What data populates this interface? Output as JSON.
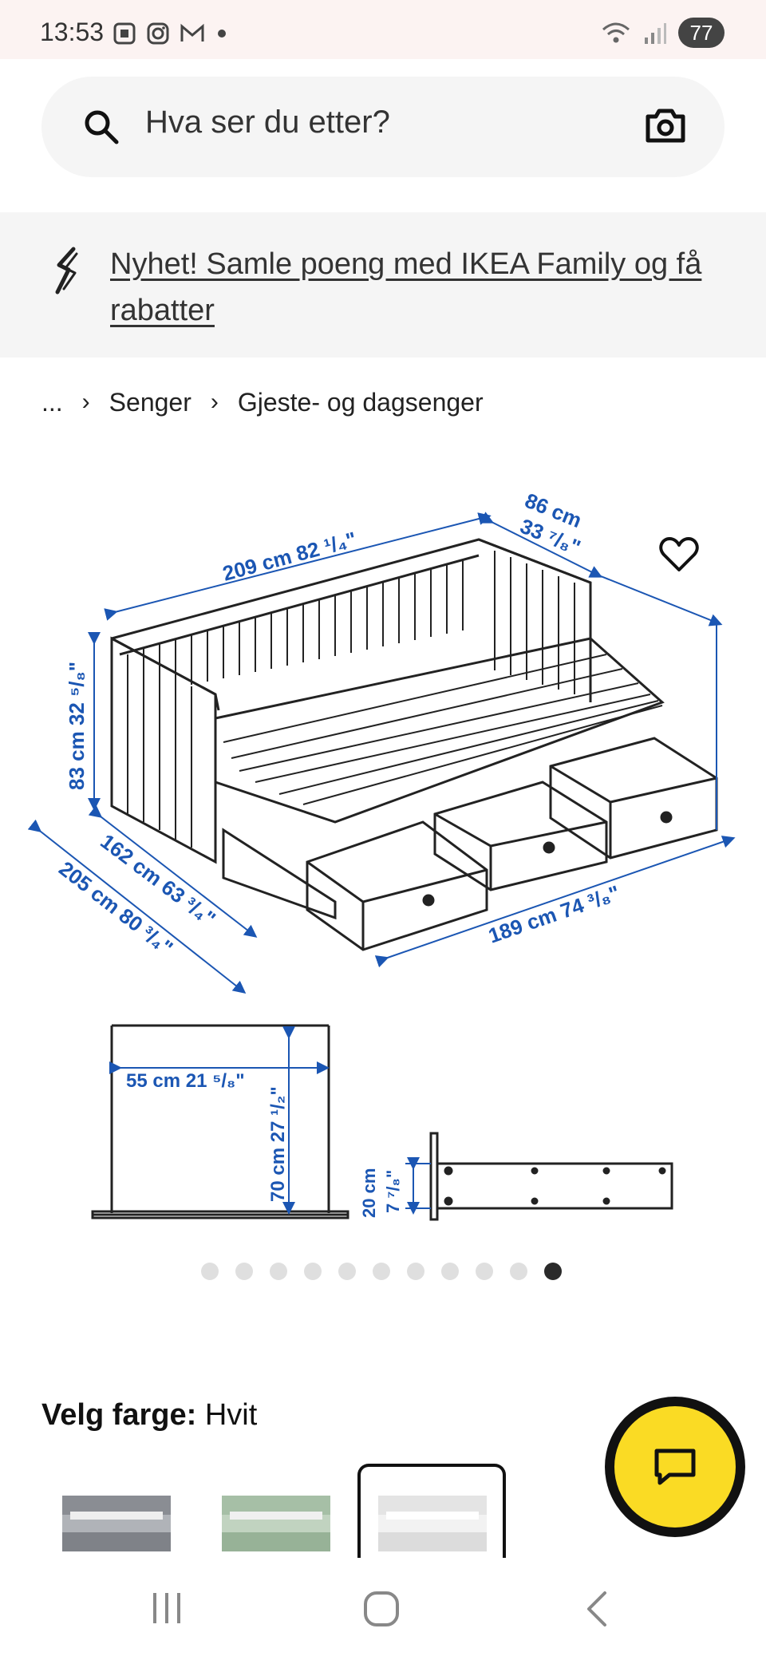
{
  "status": {
    "time": "13:53",
    "battery": "77",
    "icons": [
      "screenshot-icon",
      "instagram-icon",
      "gmail-icon",
      "notification-dot-icon",
      "wifi-icon",
      "signal-icon"
    ]
  },
  "search": {
    "placeholder": "Hva ser du etter?"
  },
  "promo": {
    "text": "Nyhet! Samle poeng med IKEA Family og få rabatter"
  },
  "breadcrumb": {
    "ellipsis": "...",
    "items": [
      "Senger",
      "Gjeste- og dagsenger"
    ]
  },
  "product_image": {
    "dimensions": {
      "length": "209 cm 82 ¹/₄\"",
      "depth": "86 cm",
      "depth_in": "33 ⁷/₈\"",
      "height": "83 cm 32 ⁵/₈\"",
      "width_closed": "162 cm 63 ³/₄\"",
      "width_open": "205 cm 80 ³/₄\"",
      "length_inner": "189 cm 74 ³/₈\"",
      "side_width": "55 cm 21 ⁵/₈\"",
      "side_height": "70 cm 27 ¹/₂\"",
      "drawer_height": "20 cm",
      "drawer_height_in": "7 ⁷/₈\""
    }
  },
  "carousel": {
    "count": 11,
    "active_index": 10
  },
  "color": {
    "label": "Velg farge:",
    "value": "Hvit",
    "swatches": [
      "grey",
      "green",
      "white"
    ]
  },
  "colors": {
    "accent_yellow": "#fadb24",
    "dimension_blue": "#1b56b3",
    "promo_bg": "#f5f5f5"
  }
}
